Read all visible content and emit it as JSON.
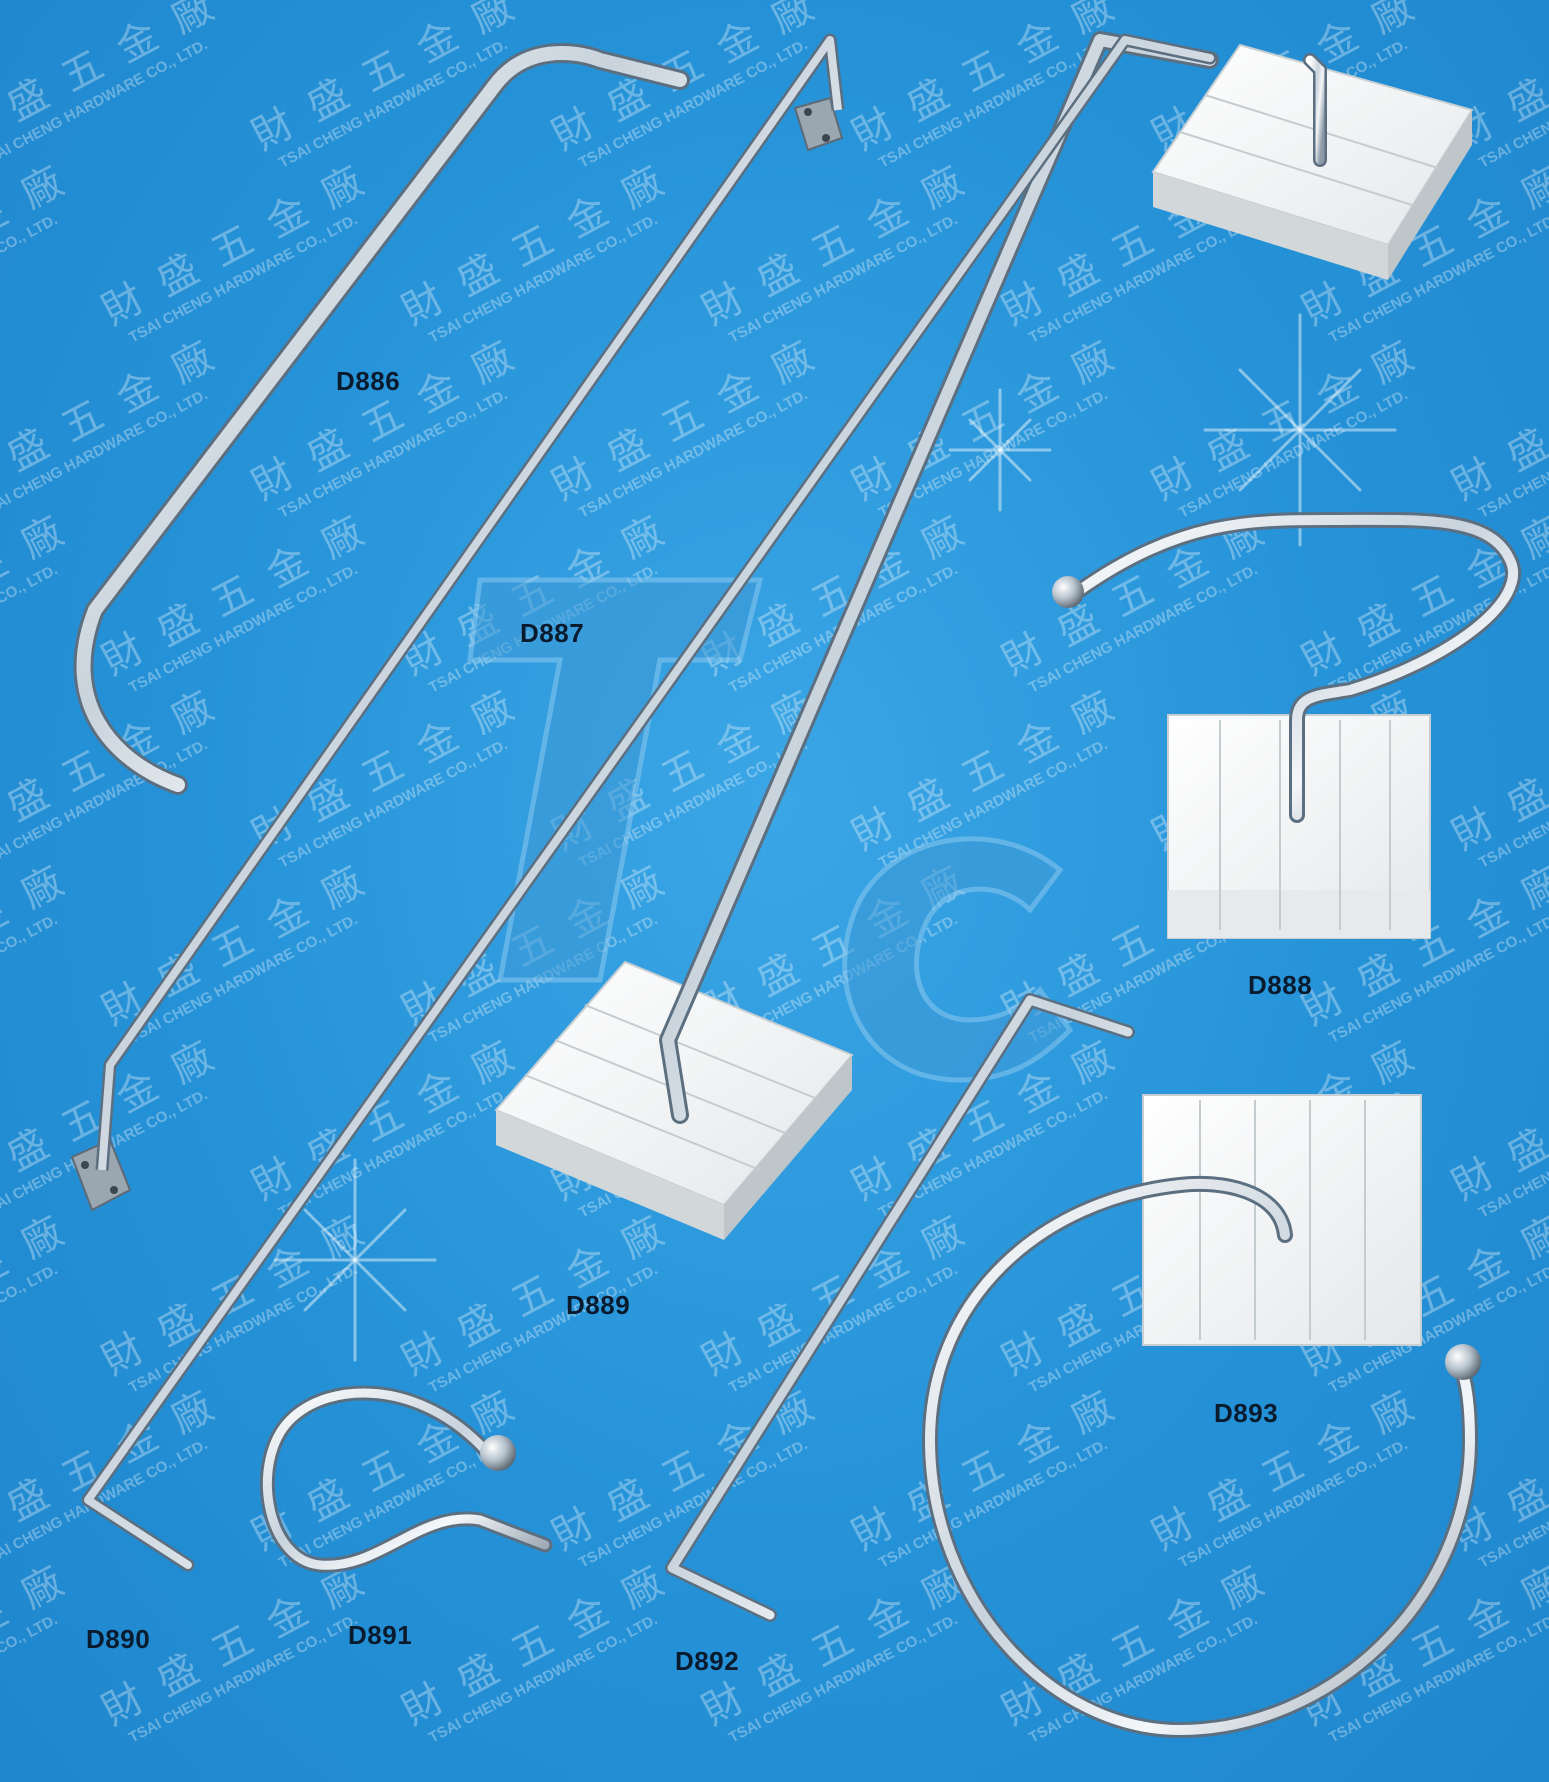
{
  "watermark": {
    "chinese": "財盛五金廠",
    "english": "TSAI CHENG HARDWARE CO., LTD."
  },
  "logo_text": "TC",
  "colors": {
    "background": "#2592d8",
    "chrome": "#d9e2ea",
    "base": "#f2f4f4",
    "label": "#0b1b2e"
  },
  "products": [
    {
      "code": "D886"
    },
    {
      "code": "D887"
    },
    {
      "code": "D888"
    },
    {
      "code": "D889"
    },
    {
      "code": "D890"
    },
    {
      "code": "D891"
    },
    {
      "code": "D892"
    },
    {
      "code": "D893"
    }
  ]
}
